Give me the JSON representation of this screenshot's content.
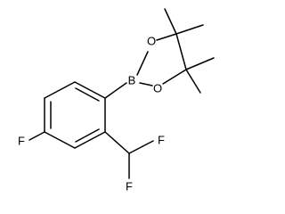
{
  "molecule": {
    "atoms": [
      {
        "id": "B",
        "symbol": "B"
      },
      {
        "id": "O1",
        "symbol": "O"
      },
      {
        "id": "O2",
        "symbol": "O"
      },
      {
        "id": "F_ring",
        "symbol": "F"
      },
      {
        "id": "F1",
        "symbol": "F"
      },
      {
        "id": "F2",
        "symbol": "F"
      }
    ]
  },
  "colors": {
    "bond": "#000000",
    "label": "#000000",
    "background": "#ffffff"
  }
}
